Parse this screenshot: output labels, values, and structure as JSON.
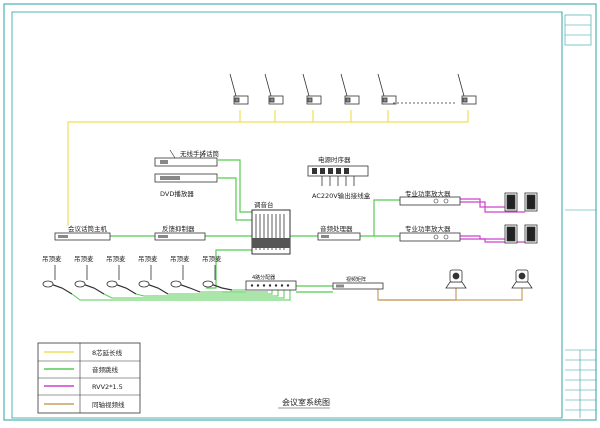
{
  "labels": {
    "wireless_mic": "无线手持话筒",
    "dvd_player": "DVD播放器",
    "power_sequencer": "电源时序器",
    "ac_outlet": "AC220V输出接线盒",
    "mixer": "调音台",
    "conference_host": "会议话筒主机",
    "feedback_suppressor": "反馈抑制器",
    "audio_processor": "音频处理器",
    "amp1": "专业功率放大器",
    "amp2": "专业功率放大器",
    "hanging_mic": "吊顶麦",
    "splitter": "4路分配器",
    "video_matrix": "视频矩阵"
  },
  "legend": [
    {
      "label": "8芯延长线",
      "color": "#f0e05a"
    },
    {
      "label": "音频跳线",
      "color": "#55cc55"
    },
    {
      "label": "RVV2*1.5",
      "color": "#cc44cc"
    },
    {
      "label": "同轴视频线",
      "color": "#c8a060"
    }
  ],
  "title": "会议室系统图",
  "colors": {
    "ext_line": "#f0e05a",
    "audio_line": "#55cc55",
    "power_line": "#cc44cc",
    "video_line": "#c8a060",
    "frame": "#2aa0a0",
    "device": "#333333"
  }
}
